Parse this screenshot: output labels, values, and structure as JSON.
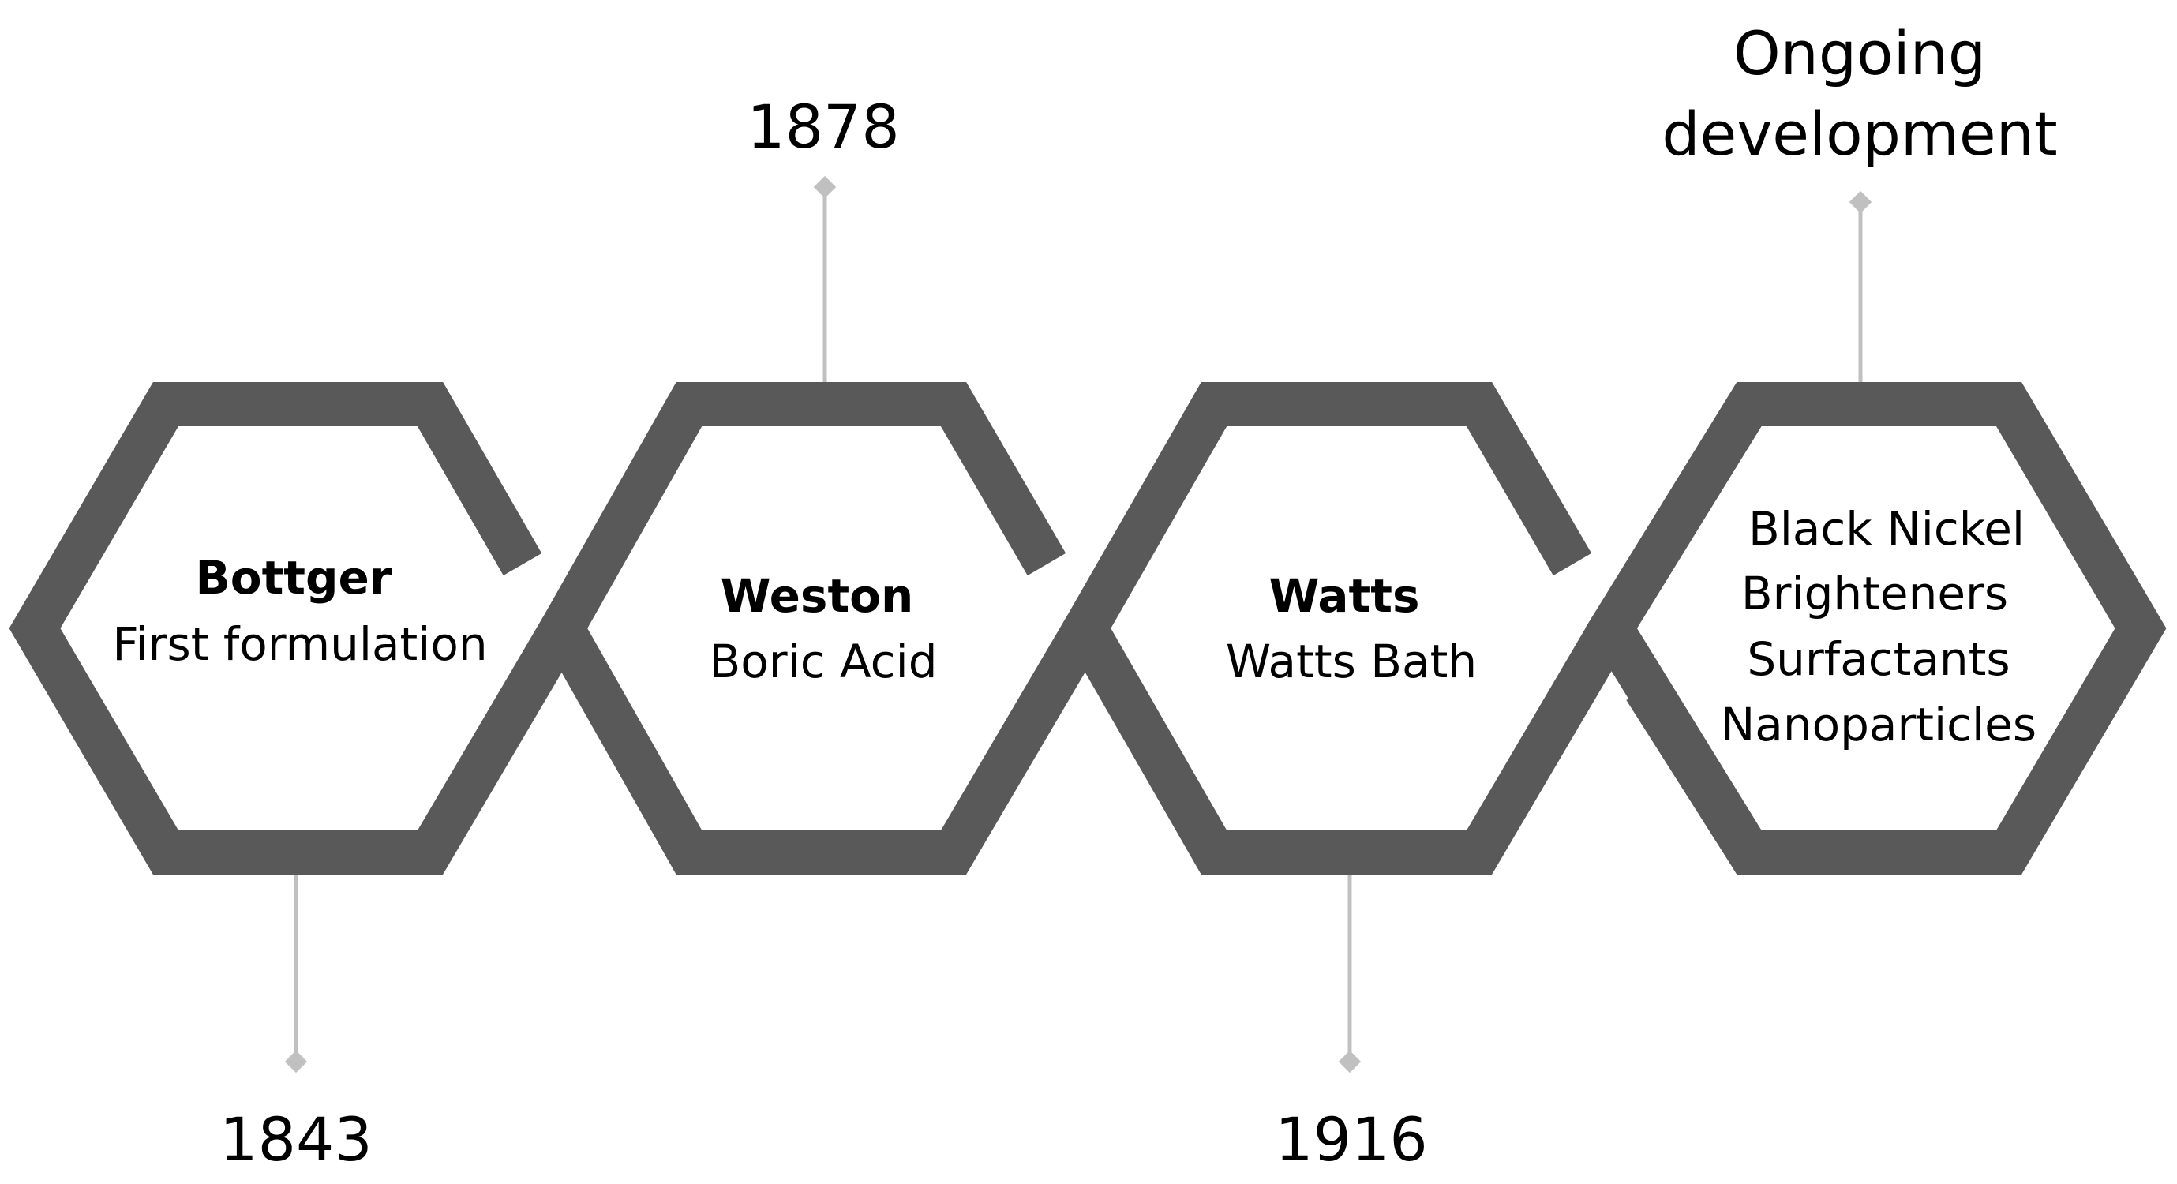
{
  "milestones": [
    {
      "year": "1843",
      "name": "Bottger",
      "lines": [
        "First formulation"
      ]
    },
    {
      "year": "1878",
      "name": "Weston",
      "lines": [
        "Boric Acid"
      ]
    },
    {
      "year": "1916",
      "name": "Watts",
      "lines": [
        "Watts Bath"
      ]
    },
    {
      "year_lines": [
        "Ongoing",
        "development"
      ],
      "name": "",
      "lines": [
        "Black Nickel",
        "Brighteners",
        "Surfactants",
        "Nanoparticles"
      ]
    }
  ],
  "colors": {
    "hexagon": "#595959",
    "connector": "#c0c0c0",
    "text": "#000000"
  }
}
